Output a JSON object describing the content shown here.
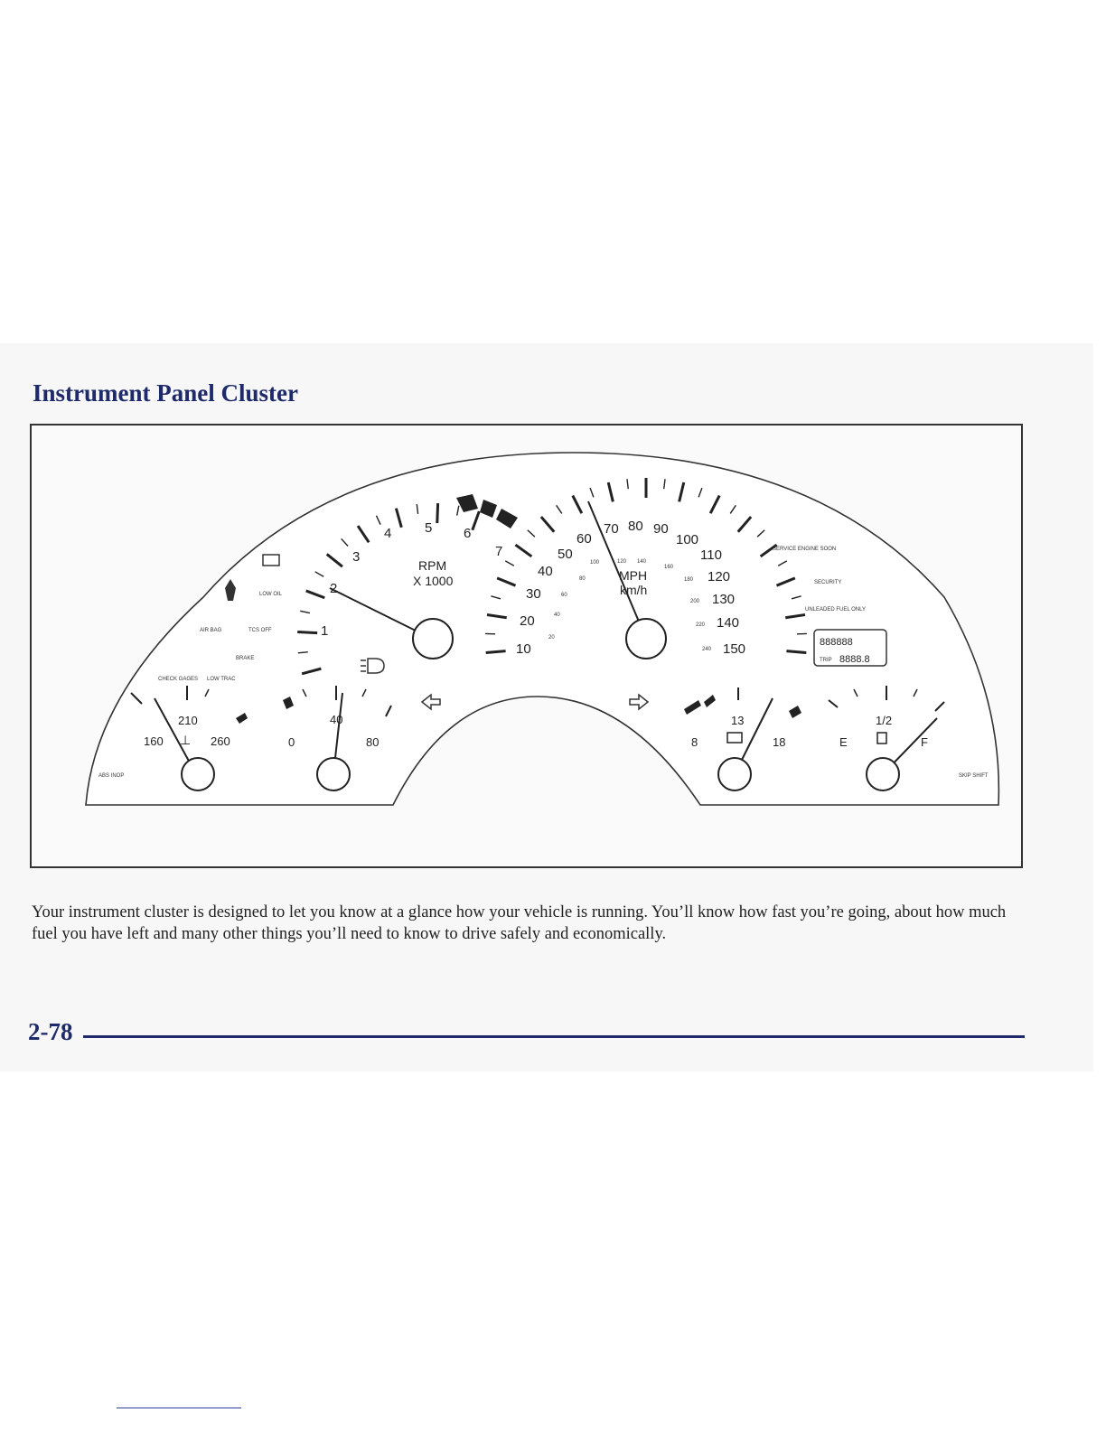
{
  "section_title": "Instrument Panel Cluster",
  "cluster": {
    "tachometer": {
      "numbers": [
        "1",
        "2",
        "3",
        "4",
        "5",
        "6",
        "7"
      ],
      "label_line1": "RPM",
      "label_line2": "X 1000"
    },
    "speedometer": {
      "mph_numbers": [
        "10",
        "20",
        "30",
        "40",
        "50",
        "60",
        "70",
        "80",
        "90",
        "100",
        "110",
        "120",
        "130",
        "140",
        "150"
      ],
      "kmh_numbers": [
        "20",
        "40",
        "60",
        "80",
        "100",
        "120",
        "140",
        "160",
        "180",
        "200",
        "220",
        "240"
      ],
      "label_mph": "MPH",
      "label_kmh": "km/h"
    },
    "coolant_gauge": {
      "low": "160",
      "mid": "210",
      "high": "260"
    },
    "oil_gauge": {
      "low": "0",
      "mid": "40",
      "high": "80"
    },
    "voltmeter": {
      "low": "8",
      "mid": "13",
      "high": "18"
    },
    "fuel_gauge": {
      "empty": "E",
      "half": "1/2",
      "full": "F"
    },
    "warning_lights": {
      "low_oil": "LOW OIL",
      "air_bag": "AIR BAG",
      "tcs_off": "TCS OFF",
      "brake": "BRAKE",
      "check_gages": "CHECK GAGES",
      "low_trac": "LOW TRAC",
      "abs_inop": "ABS INOP",
      "service_engine_soon": "SERVICE ENGINE SOON",
      "security": "SECURITY",
      "unleaded_fuel_only": "UNLEADED FUEL ONLY",
      "skip_shift": "SKIP SHIFT"
    },
    "odometer": {
      "digits": "888888",
      "trip_digits": "8888.8",
      "trip_label": "TRIP"
    }
  },
  "body_paragraph": "Your instrument cluster is designed to let you know at a glance how your vehicle is running. You’ll know how fast you’re going, about how much fuel you have left and many other things you’ll need to know to drive safely and economically.",
  "page_number": "2-78"
}
